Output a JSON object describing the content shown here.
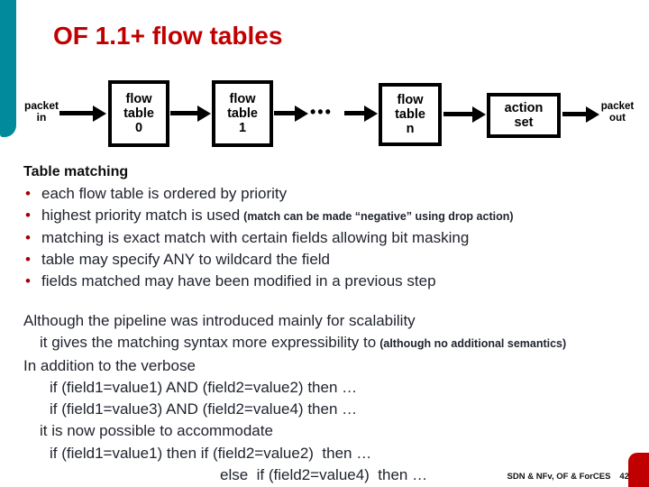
{
  "slide": {
    "title": "OF 1.1+ flow tables",
    "footer": {
      "label": "SDN & NFv, OF & ForCES",
      "page": "42"
    },
    "colors": {
      "accent_teal": "#008a9b",
      "title_red": "#c00000",
      "bullet_red": "#a00000",
      "corner_red": "#c00000"
    }
  },
  "diagram": {
    "packet_in": {
      "line1": "packet",
      "line2": "in"
    },
    "packet_out": {
      "line1": "packet",
      "line2": "out"
    },
    "ellipsis": "•••",
    "boxes": [
      {
        "lines": [
          "flow",
          "table",
          "0"
        ]
      },
      {
        "lines": [
          "flow",
          "table",
          "1"
        ]
      },
      {
        "lines": [
          "flow",
          "table",
          "n"
        ]
      },
      {
        "lines": [
          "action",
          "set"
        ]
      }
    ]
  },
  "table_matching": {
    "heading": "Table matching",
    "bullets": [
      {
        "text": "each flow table is ordered by priority"
      },
      {
        "text": "highest priority match is used",
        "note": "(match can be made “negative” using drop action)"
      },
      {
        "text": "matching is exact match with certain fields allowing bit masking"
      },
      {
        "text": "table may specify ANY to wildcard the field"
      },
      {
        "text": "fields matched may have been modified in a previous step"
      }
    ]
  },
  "pipeline_notes": {
    "lines": [
      {
        "text": "Although the pipeline was introduced mainly for scalability",
        "indent": 0
      },
      {
        "text": "it gives the matching syntax more expressibility to",
        "note": "(although no additional semantics)",
        "indent": 1
      },
      {
        "text": "In addition to the verbose",
        "indent": 0
      },
      {
        "text": "if (field1=value1) AND (field2=value2) then …",
        "indent": 2
      },
      {
        "text": "if (field1=value3) AND (field2=value4) then …",
        "indent": 2
      },
      {
        "text": "it is now possible to accommodate",
        "indent": 1
      },
      {
        "text": "if (field1=value1) then if (field2=value2)  then …",
        "indent": 2
      },
      {
        "text": "else  if (field2=value4)  then …",
        "indent": 3
      }
    ]
  }
}
